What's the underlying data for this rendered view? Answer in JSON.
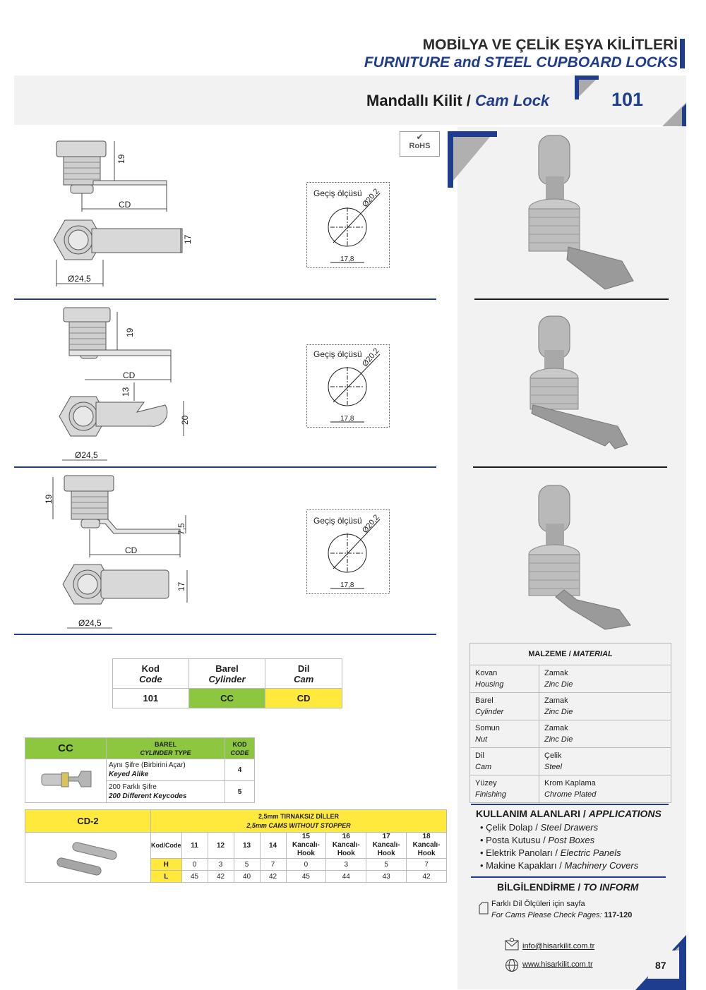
{
  "header": {
    "title_tr": "MOBİLYA VE ÇELİK EŞYA KİLİTLERİ",
    "title_en": "FURNITURE and STEEL CUPBOARD LOCKS",
    "product_tr": "Mandallı Kilit / ",
    "product_en": "Cam Lock",
    "product_code": "101"
  },
  "rohs": "RoHS",
  "drawings": [
    {
      "dim_h": "19",
      "cd": "CD",
      "dim_cam": "17",
      "dia": "Ø24,5",
      "hole_title": "Geçiş ölçüsü",
      "hole_dia": "Ø20,2",
      "hole_w": "17,8"
    },
    {
      "dim_h": "19",
      "cd": "CD",
      "dim_hook": "13",
      "dim_cam": "20",
      "dia": "Ø24,5",
      "hole_title": "Geçiş ölçüsü",
      "hole_dia": "Ø20,2",
      "hole_w": "17,8"
    },
    {
      "dim_h": "19",
      "cd": "CD",
      "dim_offset": "7,5",
      "dim_cam": "17",
      "dia": "Ø24,5",
      "hole_title": "Geçiş ölçüsü",
      "hole_dia": "Ø20,2",
      "hole_w": "17,8"
    }
  ],
  "code_table": {
    "h1": "Kod",
    "h1i": "Code",
    "h2": "Barel",
    "h2i": "Cylinder",
    "h3": "Dil",
    "h3i": "Cam",
    "v1": "101",
    "v2": "CC",
    "v3": "CD"
  },
  "cc_table": {
    "title": "CC",
    "col1": "BAREL",
    "col1i": "CYLINDER TYPE",
    "col2": "KOD",
    "col2i": "CODE",
    "rows": [
      {
        "tr": "Aynı Şifre (Birbirini Açar)",
        "en": "Keyed Alike",
        "code": "4"
      },
      {
        "tr": "200 Farklı Şifre",
        "en": "200 Different Keycodes",
        "code": "5"
      }
    ]
  },
  "cd_table": {
    "title": "CD-2",
    "head_tr": "2,5mm TIRNAKSIZ DİLLER",
    "head_en": "2,5mm CAMS WITHOUT STOPPER",
    "kod": "Kod/Code",
    "cols": [
      "11",
      "12",
      "13",
      "14",
      "15",
      "16",
      "17",
      "18"
    ],
    "hook": "Kancalı-Hook",
    "row_h": {
      "label": "H",
      "vals": [
        "0",
        "3",
        "5",
        "7",
        "0",
        "3",
        "5",
        "7"
      ]
    },
    "row_l": {
      "label": "L",
      "vals": [
        "45",
        "42",
        "40",
        "42",
        "45",
        "44",
        "43",
        "42"
      ]
    }
  },
  "material": {
    "title_tr": "MALZEME / ",
    "title_en": "MATERIAL",
    "rows": [
      {
        "tr": "Kovan",
        "en": "Housing",
        "val_tr": "Zamak",
        "val_en": "Zinc Die"
      },
      {
        "tr": "Barel",
        "en": "Cylinder",
        "val_tr": "Zamak",
        "val_en": "Zinc Die"
      },
      {
        "tr": "Somun",
        "en": "Nut",
        "val_tr": "Zamak",
        "val_en": "Zinc Die"
      },
      {
        "tr": "Dil",
        "en": "Cam",
        "val_tr": "Çelik",
        "val_en": "Steel"
      },
      {
        "tr": "Yüzey",
        "en": "Finishing",
        "val_tr": "Krom Kaplama",
        "val_en": "Chrome Plated"
      }
    ]
  },
  "applications": {
    "title_tr": "KULLANIM ALANLARI / ",
    "title_en": "APPLICATIONS",
    "items": [
      {
        "tr": "• Çelik Dolap / ",
        "en": "Steel Drawers"
      },
      {
        "tr": "• Posta Kutusu / ",
        "en": "Post Boxes"
      },
      {
        "tr": "• Elektrik Panoları / ",
        "en": "Electric Panels"
      },
      {
        "tr": "• Makine Kapakları / ",
        "en": "Machinery Covers"
      }
    ]
  },
  "inform": {
    "title_tr": "BİLGİLENDİRME / ",
    "title_en": "TO INFORM",
    "line1": "Farklı Dil Ölçüleri için sayfa",
    "line2": "For Cams Please Check Pages: ",
    "pages": "117-120"
  },
  "contact": {
    "email": "info@hisarkilit.com.tr",
    "web": "www.hisarkilit.com.tr"
  },
  "page_number": "87",
  "colors": {
    "accent": "#1e3d8f",
    "green": "#8dc63f",
    "yellow": "#ffe93c"
  }
}
